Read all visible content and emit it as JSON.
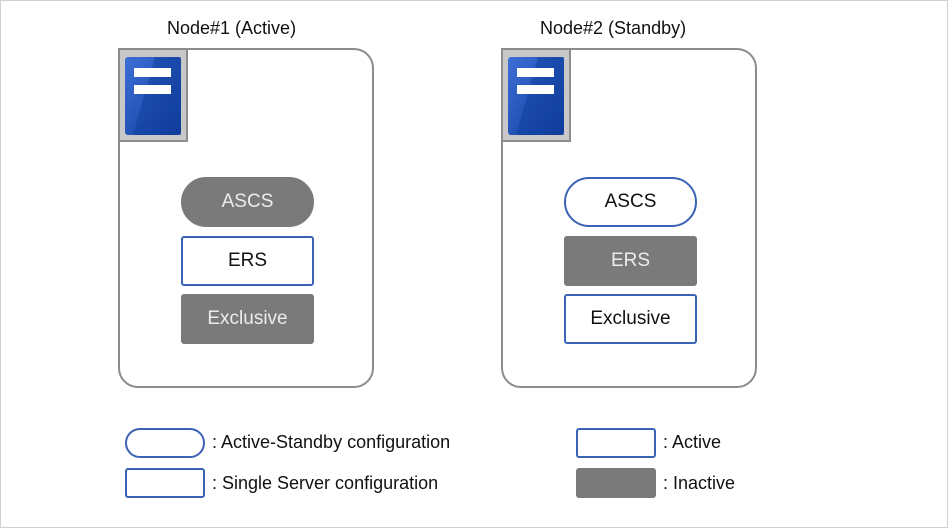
{
  "nodes": [
    {
      "title": "Node#1 (Active)",
      "components": [
        {
          "label": "ASCS",
          "shape": "pill",
          "state": "inactive"
        },
        {
          "label": "ERS",
          "shape": "rect",
          "state": "active"
        },
        {
          "label": "Exclusive",
          "shape": "rect",
          "state": "inactive"
        }
      ]
    },
    {
      "title": "Node#2 (Standby)",
      "components": [
        {
          "label": "ASCS",
          "shape": "pill",
          "state": "active"
        },
        {
          "label": "ERS",
          "shape": "rect",
          "state": "inactive"
        },
        {
          "label": "Exclusive",
          "shape": "rect",
          "state": "active"
        }
      ]
    }
  ],
  "legend": {
    "active_standby": ": Active-Standby configuration",
    "single_server": ": Single Server configuration",
    "active": ": Active",
    "inactive": ": Inactive"
  },
  "colors": {
    "active_border": "#3a63b5",
    "inactive_fill": "#7a7a7a",
    "server_blue": "#1f4fb8",
    "node_border": "#8c8c8c"
  },
  "icons": {
    "server": "server-icon"
  }
}
